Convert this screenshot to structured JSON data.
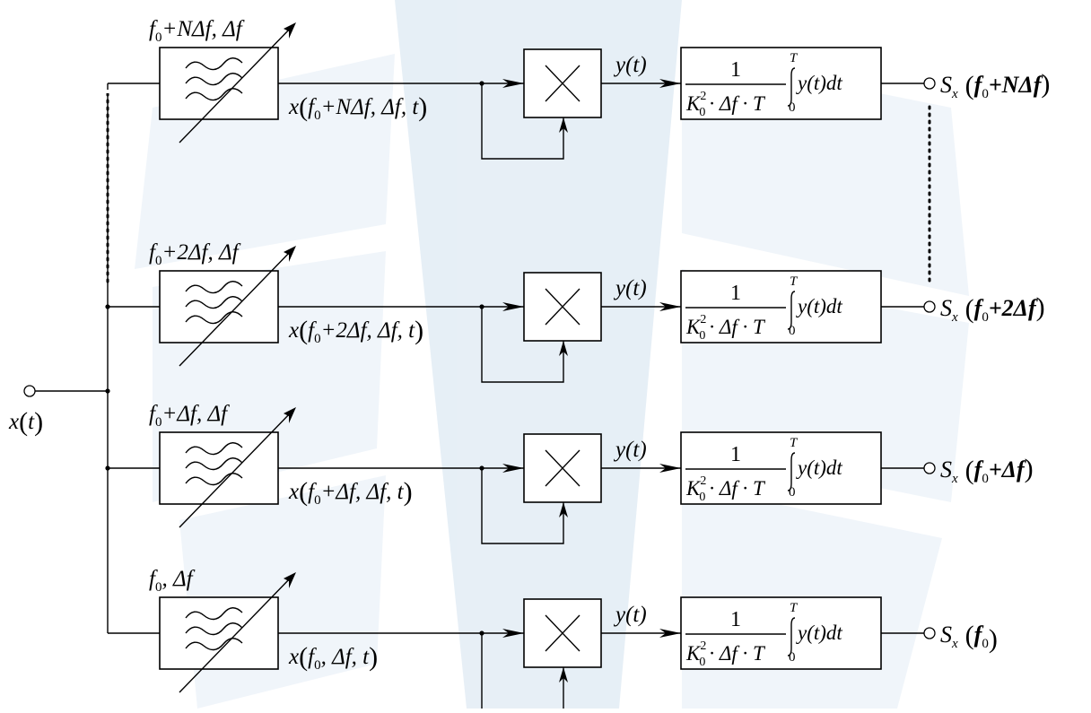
{
  "diagram": {
    "input": {
      "label_main": "x",
      "label_paren_open": "(",
      "label_arg": "t",
      "label_paren_close": ")"
    },
    "channels": [
      {
        "filter_param_f": "f",
        "filter_param_sub": "0",
        "filter_param_rest": "+NΔf, Δf",
        "signal_x": "x",
        "signal_open": "(",
        "signal_f": "f",
        "signal_sub": "0",
        "signal_rest": "+NΔf, Δf, t",
        "signal_close": ")",
        "product_label": "y",
        "product_arg": "(t)",
        "integrator_numerator": "1",
        "integrator_K": "K",
        "integrator_K_sup": "2",
        "integrator_K_sub": "0",
        "integrator_den_rest": "· Δf · T",
        "integrator_upper": "T",
        "integrator_lower": "0",
        "integrator_body": "y(t)dt",
        "output_S": "S",
        "output_S_sub": "x",
        "output_open": "(",
        "output_f": "f",
        "output_f_sub": "0",
        "output_rest": "+NΔf",
        "output_close": ")"
      },
      {
        "filter_param_f": "f",
        "filter_param_sub": "0",
        "filter_param_rest": "+2Δf, Δf",
        "signal_x": "x",
        "signal_open": "(",
        "signal_f": "f",
        "signal_sub": "0",
        "signal_rest": "+2Δf, Δf, t",
        "signal_close": ")",
        "product_label": "y",
        "product_arg": "(t)",
        "integrator_numerator": "1",
        "integrator_K": "K",
        "integrator_K_sup": "2",
        "integrator_K_sub": "0",
        "integrator_den_rest": "· Δf · T",
        "integrator_upper": "T",
        "integrator_lower": "0",
        "integrator_body": "y(t)dt",
        "output_S": "S",
        "output_S_sub": "x",
        "output_open": "(",
        "output_f": "f",
        "output_f_sub": "0",
        "output_rest": "+2Δf",
        "output_close": ")"
      },
      {
        "filter_param_f": "f",
        "filter_param_sub": "0",
        "filter_param_rest": "+Δf, Δf",
        "signal_x": "x",
        "signal_open": "(",
        "signal_f": "f",
        "signal_sub": "0",
        "signal_rest": "+Δf, Δf, t",
        "signal_close": ")",
        "product_label": "y",
        "product_arg": "(t)",
        "integrator_numerator": "1",
        "integrator_K": "K",
        "integrator_K_sup": "2",
        "integrator_K_sub": "0",
        "integrator_den_rest": "· Δf · T",
        "integrator_upper": "T",
        "integrator_lower": "0",
        "integrator_body": "y(t)dt",
        "output_S": "S",
        "output_S_sub": "x",
        "output_open": "(",
        "output_f": "f",
        "output_f_sub": "0",
        "output_rest": "+Δf",
        "output_close": ")"
      },
      {
        "filter_param_f": "f",
        "filter_param_sub": "0",
        "filter_param_rest": ", Δf",
        "signal_x": "x",
        "signal_open": "(",
        "signal_f": "f",
        "signal_sub": "0",
        "signal_rest": ", Δf, t",
        "signal_close": ")",
        "product_label": "y",
        "product_arg": "(t)",
        "integrator_numerator": "1",
        "integrator_K": "K",
        "integrator_K_sup": "2",
        "integrator_K_sub": "0",
        "integrator_den_rest": "· Δf · T",
        "integrator_upper": "T",
        "integrator_lower": "0",
        "integrator_body": "y(t)dt",
        "output_S": "S",
        "output_S_sub": "x",
        "output_open": "(",
        "output_f": "f",
        "output_f_sub": "0",
        "output_rest": "",
        "output_close": ")"
      }
    ],
    "colors": {
      "lines": "#000000",
      "background": "#ffffff",
      "watermark": "#d3e2ef"
    }
  }
}
